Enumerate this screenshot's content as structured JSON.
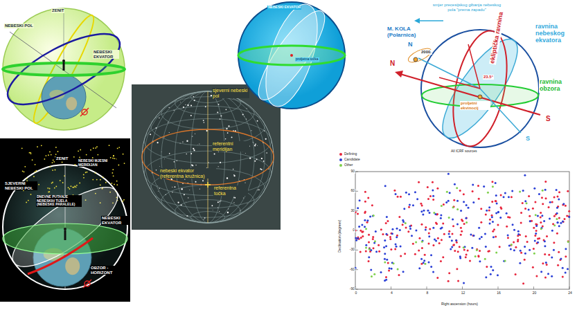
{
  "diagram": {
    "labels": [
      "NEBESKI POL",
      "ZENIT",
      "NEBESKI EKVATOR",
      "NEBESKI EKVATOR",
      "proljetna točka",
      "smjer precesijskog gibanja nebeskog pola \"prema zapadu\"",
      "ekliptička ravnina",
      "M. KOLA (Polarnica)",
      "N",
      "ravnina nebeskog ekvatora",
      "2000.",
      "N",
      "ravnina obzora",
      "23.5°",
      "proljetni ekvinocij",
      "S",
      "S",
      "sjeverni nebeski pol",
      "referentni meridijan",
      "nebeski ekvator (referentna kružnica)",
      "referentna točka",
      "ZENIT",
      "NEBESKI MJESNI MERIDIJAN",
      "SJEVERNI NEBESKI POL",
      "DNEVNE PUTANJE NEBESKIH TIJELA (NEBESKE PARALELE)",
      "NEBESKI EKVATOR",
      "OBZOR - HORIZONT",
      "All ICRF sources",
      "Declination (degrees)",
      "Right ascension (hours)",
      "90",
      "60",
      "30",
      "0",
      "-30",
      "-60",
      "-90",
      "0",
      "4",
      "8",
      "12",
      "16",
      "20",
      "24"
    ],
    "legend": [
      {
        "text": "Defining",
        "color": "#e8253c"
      },
      {
        "text": "Candidate",
        "color": "#2a3fd6"
      },
      {
        "text": "Other",
        "color": "#7ed04a"
      }
    ]
  }
}
